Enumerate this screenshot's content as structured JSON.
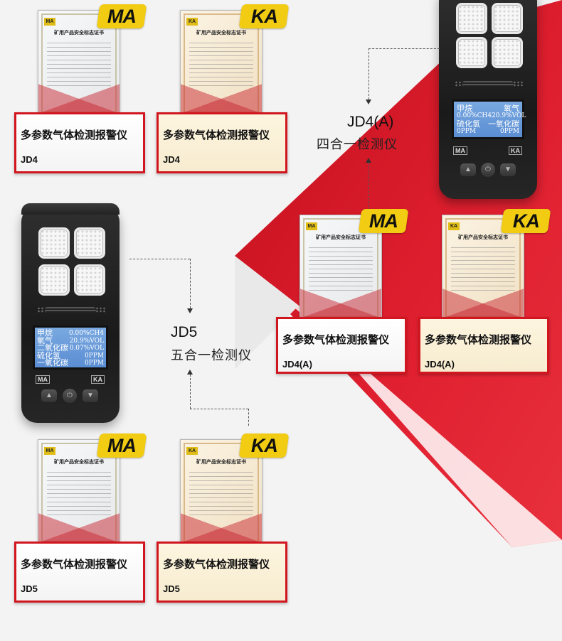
{
  "colors": {
    "accent_red": "#d1161f",
    "badge_yellow": "#f1cc12",
    "screen_blue": "#6a9bd9"
  },
  "cert_label": "多参数气体检测报警仪",
  "cert_doc_title": "矿用产品安全标志证书",
  "badges": {
    "ma": "MA",
    "ka": "KA"
  },
  "certs": [
    {
      "badge": "MA",
      "model": "JD4"
    },
    {
      "badge": "KA",
      "model": "JD4"
    },
    {
      "badge": "MA",
      "model": "JD4(A)"
    },
    {
      "badge": "KA",
      "model": "JD4(A)"
    },
    {
      "badge": "MA",
      "model": "JD5"
    },
    {
      "badge": "KA",
      "model": "JD5"
    }
  ],
  "products": {
    "jd4a": {
      "code": "JD4(A)",
      "name": "四合一检测仪"
    },
    "jd5": {
      "code": "JD5",
      "name": "五合一检测仪"
    }
  },
  "device_jd4a": {
    "screen": [
      {
        "left": "甲烷",
        "right": "氧气"
      },
      {
        "left": "0.00%CH4",
        "right": "20.9%VOL"
      },
      {
        "left": "硫化氢",
        "right": "一氧化碳"
      },
      {
        "left": "0PPM",
        "right": "0PPM"
      }
    ],
    "logo_left": "MA",
    "logo_right": "KA"
  },
  "device_jd5": {
    "screen": [
      {
        "left": "甲烷",
        "right": "0.00%CH4"
      },
      {
        "left": "氧气",
        "right": "20.9%VOL"
      },
      {
        "left": "二氧化碳",
        "right": "0.07%VOL"
      },
      {
        "left": "硫化氢",
        "right": "0PPM"
      },
      {
        "left": "一氧化碳",
        "right": "0PPM"
      }
    ],
    "logo_left": "MA",
    "logo_right": "KA"
  }
}
